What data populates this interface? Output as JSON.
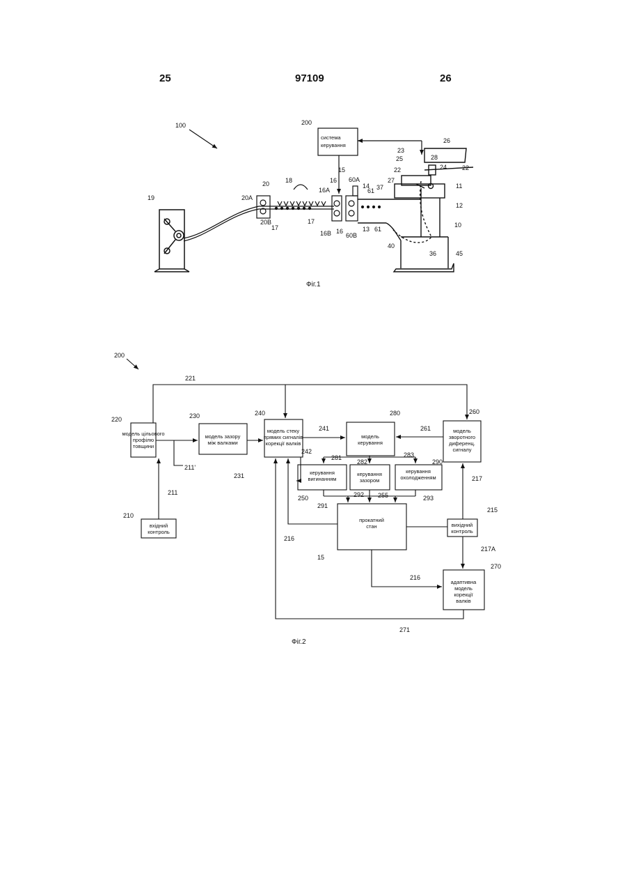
{
  "header": {
    "page_left": "25",
    "doc_number": "97109",
    "page_right": "26"
  },
  "fig1": {
    "caption": "Фіг.1",
    "control_box": [
      "система",
      "керування"
    ],
    "labels": [
      "100",
      "200",
      "19",
      "20",
      "20A",
      "20B",
      "18",
      "17",
      "17",
      "16",
      "16A",
      "16B",
      "16",
      "15",
      "60A",
      "14",
      "60B",
      "13",
      "61",
      "61",
      "37",
      "23",
      "28",
      "26",
      "25",
      "24",
      "22",
      "22",
      "27",
      "11",
      "12",
      "10",
      "40",
      "36",
      "45"
    ]
  },
  "fig2": {
    "caption": "Фіг.2",
    "boxes": {
      "b220": [
        "модель цільового",
        "профілю",
        "товщини"
      ],
      "b230": [
        "модель зазору",
        "між валками"
      ],
      "b240": [
        "модель стеку",
        "прямих сигналів",
        "корекції валків"
      ],
      "b280": [
        "модель",
        "керування"
      ],
      "b260": [
        "модель",
        "зворотного",
        "диференц.",
        "сигналу"
      ],
      "b250": [
        "керування",
        "вигинанням"
      ],
      "b255": [
        "керування",
        "зазором"
      ],
      "b290": [
        "керування",
        "охолодженням"
      ],
      "b15": [
        "прокатний",
        "стан"
      ],
      "b210": [
        "вхідний",
        "контроль"
      ],
      "b215": [
        "вихідний",
        "контроль"
      ],
      "b270": [
        "адаптивна",
        "модель",
        "корекції",
        "валків"
      ]
    },
    "labels": {
      "l200": "200",
      "l221": "221",
      "l220": "220",
      "l230": "230",
      "l240": "240",
      "l280": "280",
      "l260": "260",
      "l241": "241",
      "l261": "261",
      "l242": "242",
      "l281": "281",
      "l282": "282",
      "l283": "283",
      "l290": "290",
      "l211p": "211'",
      "l231": "231",
      "l211": "211",
      "l210": "210",
      "l250": "250",
      "l291": "291",
      "l292": "292",
      "l255": "255",
      "l293": "293",
      "l217": "217",
      "l215": "215",
      "l216a": "216",
      "l15": "15",
      "l217A": "217A",
      "l270": "270",
      "l216b": "216",
      "l271": "271"
    }
  }
}
